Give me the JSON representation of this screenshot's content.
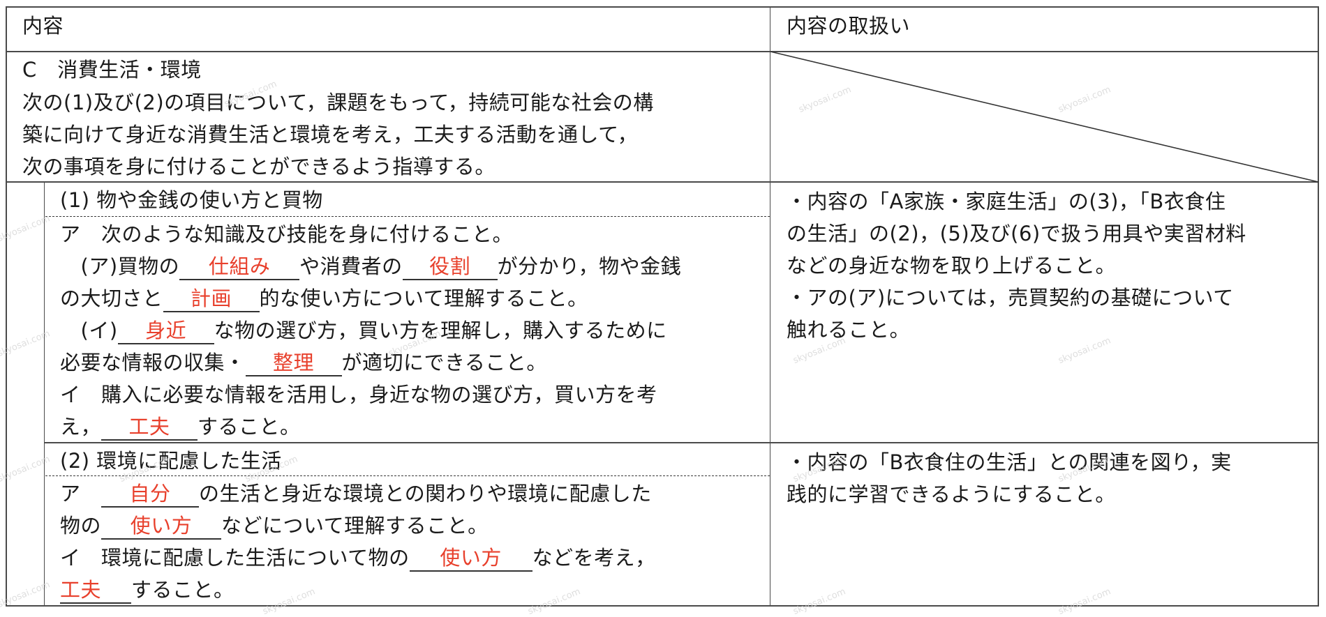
{
  "table": {
    "header": {
      "content": "内容",
      "handling": "内容の取扱い"
    },
    "section_c": {
      "title": "C　消費生活・環境",
      "intro_lines": [
        "次の(1)及び(2)の項目について，課題をもって，持続可能な社会の構",
        "築に向けて身近な消費生活と環境を考え，工夫する活動を通して，",
        "次の事項を身に付けることができるよう指導する。"
      ],
      "handling": ""
    },
    "item1": {
      "heading": "(1)  物や金銭の使い方と買物",
      "line1": "ア　次のような知識及び技能を身に付けること。",
      "line2": {
        "pre": "　(ア)買物の",
        "blank1": "仕組み",
        "mid": "や消費者の",
        "blank2": "役割",
        "post": "が分かり，物や金銭"
      },
      "line3": {
        "pre": "の大切さと",
        "blank1": "計画",
        "post": "的な使い方について理解すること。"
      },
      "line4": {
        "pre": "　(イ)",
        "blank1": "身近",
        "post": "な物の選び方，買い方を理解し，購入するために"
      },
      "line5": {
        "pre": "必要な情報の収集・",
        "blank1": "整理",
        "post": "が適切にできること。"
      },
      "line6": "イ　購入に必要な情報を活用し，身近な物の選び方，買い方を考",
      "line7": {
        "pre": "え，",
        "blank1": "工夫",
        "post": "すること。"
      },
      "handling_lines": [
        "・内容の「A家族・家庭生活」の(3)，「B衣食住",
        "の生活」の(2)，(5)及び(6)で扱う用具や実習材料",
        "などの身近な物を取り上げること。",
        "・アの(ア)については，売買契約の基礎について",
        "触れること。"
      ]
    },
    "item2": {
      "heading": "(2)  環境に配慮した生活",
      "line1": {
        "pre": "ア　",
        "blank1": "自分",
        "post": "の生活と身近な環境との関わりや環境に配慮した"
      },
      "line2": {
        "pre": "物の",
        "blank1": "使い方",
        "post": "などについて理解すること。"
      },
      "line3": {
        "pre": "イ　環境に配慮した生活について物の",
        "blank1": "使い方",
        "post": "などを考え，"
      },
      "line4": {
        "blank1": "工夫",
        "post": "すること。"
      },
      "handling_lines": [
        "・内容の「B衣食住の生活」との関連を図り，実",
        "践的に学習できるようにすること。"
      ]
    }
  },
  "watermark": "skyosai.com",
  "colors": {
    "answer_red": "#e8402c",
    "border": "#4a4a4a",
    "text": "#1a1a1a"
  }
}
